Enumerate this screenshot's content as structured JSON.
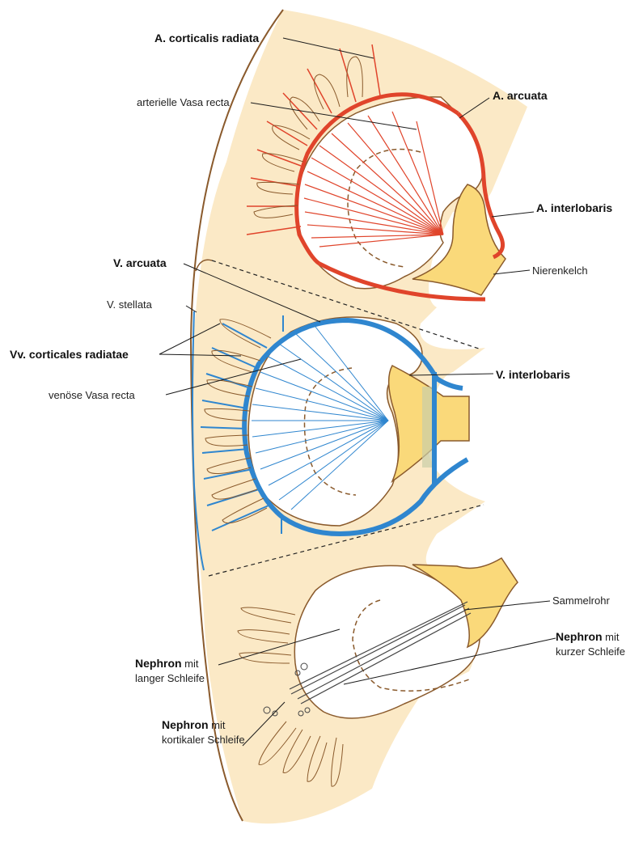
{
  "colors": {
    "cortex": "#fbe9c6",
    "calyx": "#fad97a",
    "outline": "#8a5a2c",
    "artery": "#e0442b",
    "artery_light": "#f08a74",
    "vein": "#2f86cf",
    "vein_light": "#8cc3ec",
    "nephron": "#555555"
  },
  "labels": {
    "a_corticalis_radiata": "A. corticalis radiata",
    "arterielle_vasa_recta": "arterielle Vasa recta",
    "a_arcuata": "A. arcuata",
    "a_interlobaris": "A. interlobaris",
    "nierenkelch": "Nierenkelch",
    "v_arcuata": "V. arcuata",
    "v_stellata": "V. stellata",
    "vv_corticales_radiatae": "Vv. corticales radiatae",
    "venoese_vasa_recta": "venöse Vasa recta",
    "v_interlobaris": "V. interlobaris",
    "sammelrohr": "Sammelrohr",
    "nephron_kurz_bold": "Nephron",
    "nephron_kurz_mit": " mit",
    "nephron_kurz_line2": "kurzer Schleife",
    "nephron_lang_bold": "Nephron",
    "nephron_lang_mit": " mit",
    "nephron_lang_line2": "langer Schleife",
    "nephron_kort_bold": "Nephron",
    "nephron_kort_mit": " mit",
    "nephron_kort_line2": "kortikaler Schleife"
  }
}
